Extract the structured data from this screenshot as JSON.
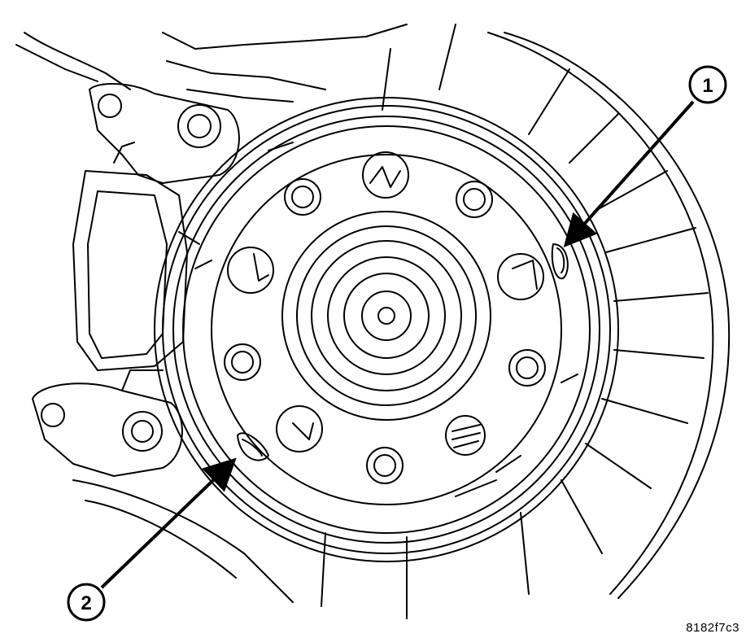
{
  "diagram": {
    "callouts": [
      {
        "label": "1"
      },
      {
        "label": "2"
      }
    ],
    "figure_id": "8182f7c3"
  }
}
